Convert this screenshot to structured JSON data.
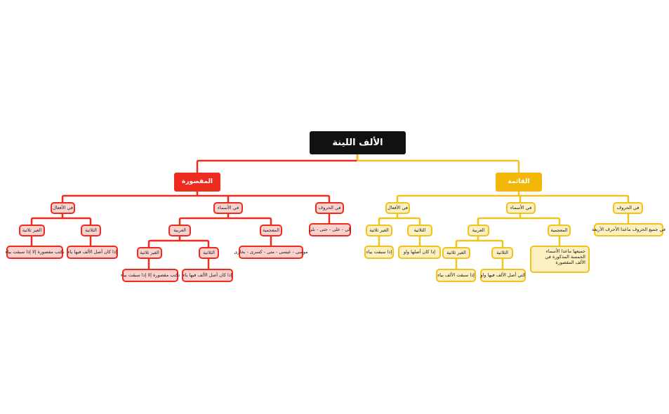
{
  "colors": {
    "red_line": "#ee2b1f",
    "yellow_line": "#f3c21c",
    "root_bg": "#111111"
  },
  "root": "الألف اللينة",
  "red": {
    "title": "المقصورة",
    "harf": "في الحروف",
    "harf_ex": "إلى - على - حتى - بلى",
    "asma": "في الأسماء",
    "ajamiya": "المعجمية",
    "ajamiya_ex": "موسى - عيسى - متى - كسرى - بخارى",
    "arabiya": "العربية",
    "thulathiya": "الثلاثية",
    "thulathiya_ex": "إذا كان أصل الألف فيها ياء",
    "ghayr": "الغير ثلاثية",
    "ghayr_ex": "تكتب مقصورة إلا إذا سبقت بياء",
    "afal": "في الأفعال",
    "afal_thulathiya": "الثلاثية",
    "afal_thulathiya_ex": "إذا كان أصل الألف فيها ياء",
    "afal_ghayr": "الغير ثلاثية",
    "afal_ghayr_ex": "تكتب مقصورة إلا إذا سبقت بياء"
  },
  "yellow": {
    "title": "القائمة",
    "harf": "في الحروف",
    "harf_ex": "في جميع الحروف ماعدا الأحرف الأربعة",
    "asma": "في الأسماء",
    "ajamiya": "المعجمية",
    "ajamiya_ex": "جميعها ماعدا الأسماء الخمسة المذكورة في الألف المقصورة",
    "arabiya": "العربية",
    "thulathiya": "الثلاثية",
    "thulathiya_ex": "التي أصل الألف فيها واو",
    "ghayr": "الغير ثلاثية",
    "ghayr_ex": "إذا سبقت الألف بياء",
    "afal": "في الأفعال",
    "afal_thulathiya": "الثلاثية",
    "afal_thulathiya_ex": "إذا كان أصلها واو",
    "afal_ghayr": "الغير ثلاثية",
    "afal_ghayr_ex": "إذا سبقت بياء"
  }
}
